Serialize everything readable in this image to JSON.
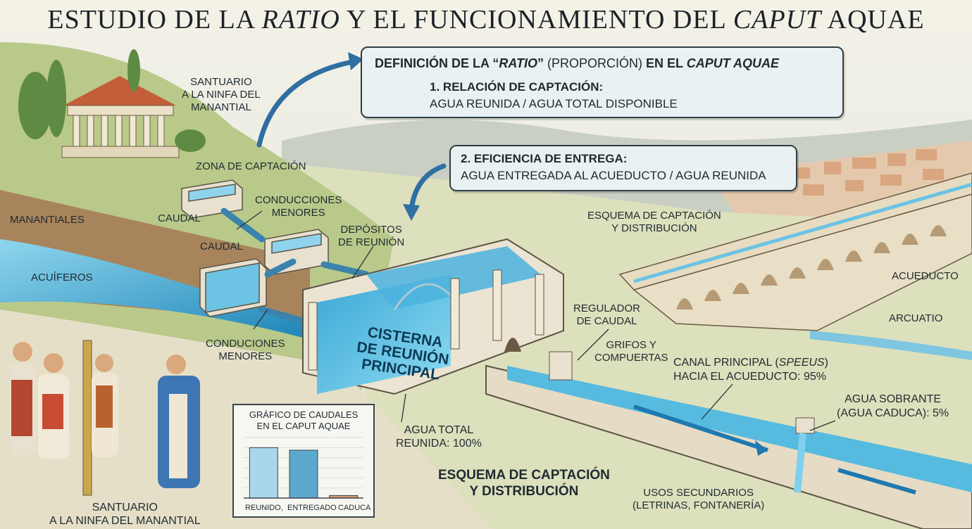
{
  "title": {
    "part1": "ESTUDIO DE LA ",
    "part2": "RATIO",
    "part3": " Y EL FUNCIONAMIENTO DEL ",
    "part4": "CAPUT",
    "part5": " AQUAE"
  },
  "definition_box": {
    "heading_a": "DEFINICIÓN DE LA “",
    "heading_ratio": "RATIO",
    "heading_b": "” ",
    "heading_paren": "(PROPORCIÓN)",
    "heading_c": " EN EL ",
    "heading_caput": "CAPUT AQUAE",
    "item1_title": "1. RELACIÓN DE CAPTACIÓN:",
    "item1_formula": "AGUA REUNIDA / AGUA TOTAL DISPONIBLE"
  },
  "efficiency_box": {
    "title": "2. EFICIENCIA DE ENTREGA:",
    "formula": "AGUA ENTREGADA AL ACUEDUCTO / AGUA REUNIDA"
  },
  "labels": {
    "sanctuary_top": [
      "SANTUARIO",
      "A LA NINFA DEL",
      "MANANTIAL"
    ],
    "zona": "ZONA DE CAPTACIÓN",
    "conducciones_top": [
      "CONDUCCIONES",
      "MENORES"
    ],
    "caudal_1": "CAUDAL",
    "caudal_2": "CAUDAL",
    "manantiales": "MANANTIALES",
    "acuiferos": "ACUÍFEROS",
    "depositos": [
      "DEPÓSITOS",
      "DE REUNIÓN"
    ],
    "conduciones_bottom": [
      "CONDUCIONES",
      "MENORES"
    ],
    "cisterna": [
      "CISTERNA",
      "DE REUNIÓN",
      "PRINCIPAL"
    ],
    "agua_total": [
      "AGUA TOTAL",
      "REUNIDA: 100%"
    ],
    "esquema_top": [
      "ESQUEMA DE CAPTACIÓN",
      "Y DISTRIBUCIÓN"
    ],
    "acueducto": "ACUEDUCTO",
    "arcuatio": "ARCUATIO",
    "regulador": [
      "REGULADOR",
      "DE CAUDAL"
    ],
    "grifos": [
      "GRIFOS Y",
      "COMPUERTAS"
    ],
    "canal_a": "CANAL PRINCIPAL (",
    "canal_speeus": "SPEEUS",
    "canal_b": ")",
    "canal_c": "HACIA EL ACUEDUCTO: 95%",
    "sobrante": [
      "AGUA SOBRANTE",
      "(AGUA CADUCA): 5%"
    ],
    "esquema_bottom": [
      "ESQUEMA DE CAPTACIÓN",
      "Y DISTRIBUCIÓN"
    ],
    "usos": [
      "USOS SECUNDARIOS",
      "(LETRINAS, FONTANERÍA)"
    ],
    "sanctuary_bottom": [
      "SANTUARIO",
      "A LA NINFA DEL MANANTIAL"
    ]
  },
  "colors": {
    "water": "#4fb8dc",
    "water_dark": "#1f7fae",
    "stone": "#ece4d2",
    "grass": "#b9c98a",
    "sky": "#dfe6e4"
  },
  "chart_data": {
    "type": "bar",
    "title": [
      "GRÁFICO DE CAUDALES",
      "EN EL CAPUT AQUAE"
    ],
    "categories": [
      "REUNIDO,",
      "ENTREGADO",
      "CADUCA"
    ],
    "values": [
      100,
      95,
      5
    ],
    "ylim": [
      0,
      120
    ],
    "grid": true,
    "colors": [
      "#a9d6ea",
      "#5aa9cc",
      "#d89a7a"
    ]
  }
}
